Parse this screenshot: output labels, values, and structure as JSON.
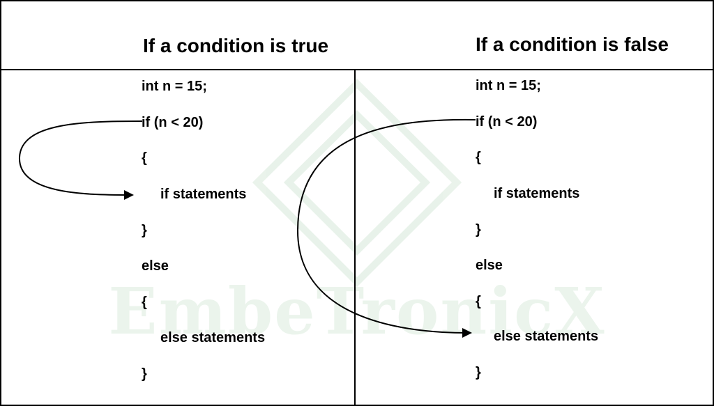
{
  "watermark": {
    "text": "EmbeTronicX",
    "color": "#2e8b3e"
  },
  "left": {
    "heading": "If a condition is true",
    "lines": [
      "int n = 15;",
      "if (n < 20)",
      "{",
      "if statements",
      "}",
      "else",
      "{",
      "else statements",
      "}"
    ]
  },
  "right": {
    "heading": "If a condition is false",
    "lines": [
      "int n = 15;",
      "if (n < 20)",
      "{",
      "if statements",
      "}",
      "else",
      "{",
      "else statements",
      "}"
    ]
  }
}
